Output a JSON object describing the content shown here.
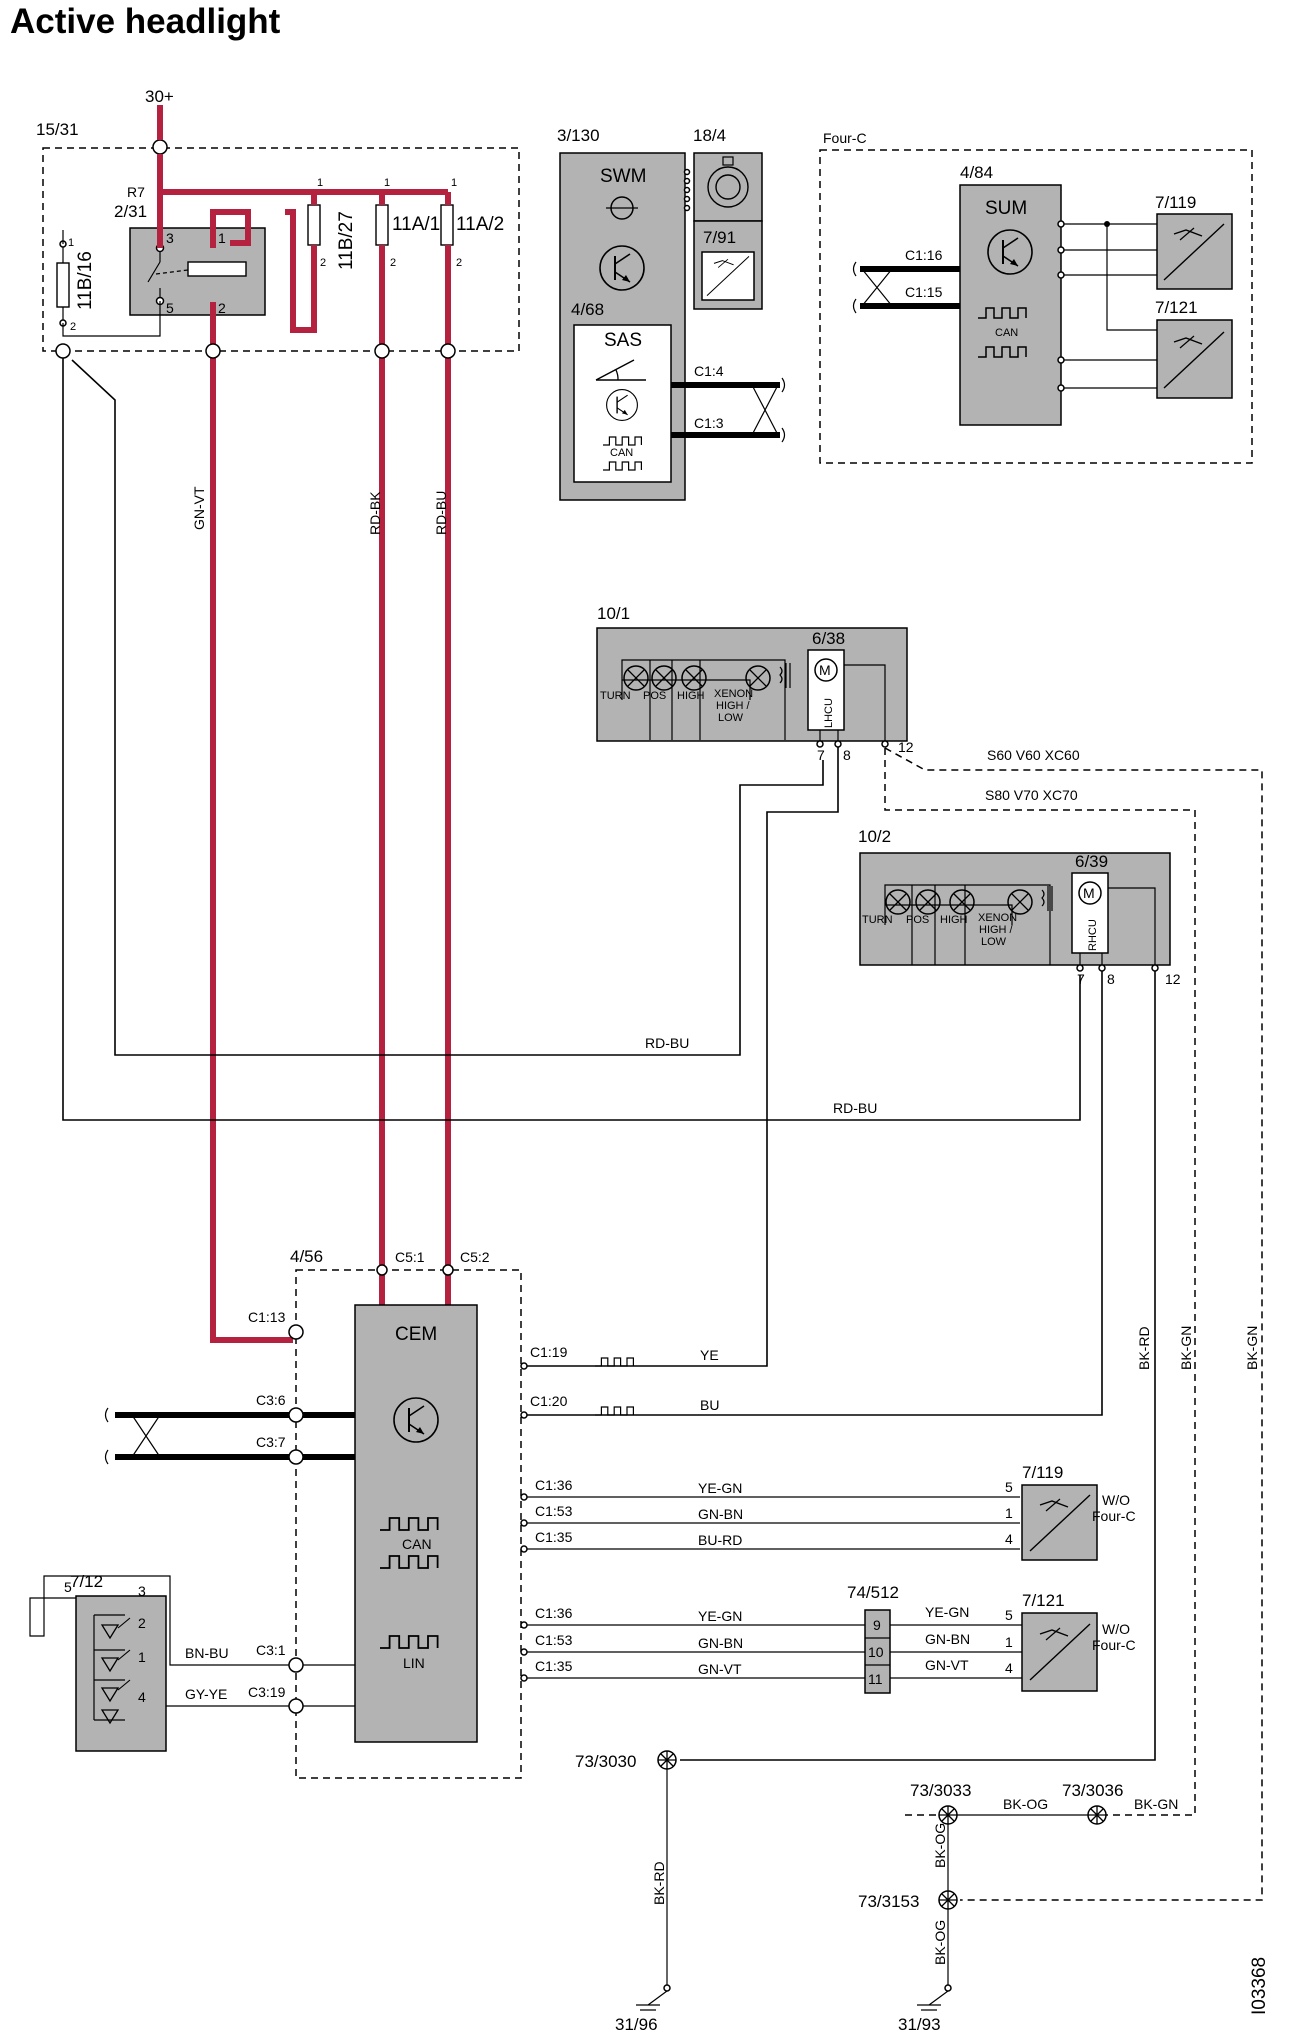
{
  "title": "Active headlight",
  "refcode": "I03368",
  "power": {
    "supply": "30+"
  },
  "fusebox": {
    "id": "15/31",
    "relay": {
      "id": "2/31",
      "name": "R7",
      "pins": [
        "3",
        "1",
        "5",
        "2"
      ]
    },
    "fuses": [
      {
        "id": "11B/16",
        "pins": [
          "1",
          "2"
        ]
      },
      {
        "id": "11B/27",
        "pins": [
          "1",
          "2"
        ]
      },
      {
        "id": "11A/1",
        "pins": [
          "1",
          "2"
        ]
      },
      {
        "id": "11A/2",
        "pins": [
          "1",
          "2"
        ]
      }
    ]
  },
  "steering": {
    "swm": {
      "id": "3/130",
      "name": "SWM"
    },
    "clockspring": {
      "id": "18/4"
    },
    "sensor": {
      "id": "7/91"
    },
    "sas": {
      "id": "4/68",
      "name": "SAS",
      "can": "CAN",
      "pins": [
        "C1:4",
        "C1:3"
      ]
    }
  },
  "fourc": {
    "label": "Four-C",
    "sum": {
      "id": "4/84",
      "name": "SUM",
      "can": "CAN",
      "pins": [
        "C1:16",
        "C1:15"
      ]
    },
    "sensors": [
      "7/119",
      "7/121"
    ]
  },
  "headlamp_left": {
    "id": "10/1",
    "motor_id": "6/38",
    "motor": "M",
    "unit": "LHCU",
    "lamps": [
      "TURN",
      "POS",
      "HIGH",
      "XENON",
      "HIGH /",
      "LOW"
    ],
    "pins": [
      "7",
      "8",
      "12"
    ]
  },
  "headlamp_right": {
    "id": "10/2",
    "motor_id": "6/39",
    "motor": "M",
    "unit": "RHCU",
    "lamps": [
      "TURN",
      "POS",
      "HIGH",
      "XENON",
      "HIGH /",
      "LOW"
    ],
    "pins": [
      "7",
      "8",
      "12"
    ]
  },
  "variants": [
    "S60 V60 XC60",
    "S80 V70 XC70"
  ],
  "wires": {
    "gn_vt": "GN-VT",
    "rd_bk": "RD-BK",
    "rd_bu": "RD-BU",
    "ye": "YE",
    "bu": "BU",
    "ye_gn": "YE-GN",
    "gn_bn": "GN-BN",
    "bu_rd": "BU-RD",
    "bn_bu": "BN-BU",
    "gy_ye": "GY-YE",
    "bk_rd": "BK-RD",
    "bk_gn": "BK-GN",
    "bk_og": "BK-OG"
  },
  "cem": {
    "id": "4/56",
    "name": "CEM",
    "can": "CAN",
    "lin": "LIN",
    "pins": {
      "c5_1": "C5:1",
      "c5_2": "C5:2",
      "c1_13": "C1:13",
      "c1_19": "C1:19",
      "c1_20": "C1:20",
      "c3_6": "C3:6",
      "c3_7": "C3:7",
      "c1_36": "C1:36",
      "c1_53": "C1:53",
      "c1_35": "C1:35",
      "c3_1": "C3:1",
      "c3_19": "C3:19"
    }
  },
  "sensor_a": {
    "id": "7/119",
    "note": "W/O",
    "variant": "Four-C",
    "pins": [
      "5",
      "1",
      "4"
    ]
  },
  "sensor_b": {
    "id": "7/121",
    "note": "W/O",
    "variant": "Four-C",
    "pins": [
      "5",
      "1",
      "4"
    ]
  },
  "connector": {
    "id": "74/512",
    "pins": [
      "9",
      "10",
      "11"
    ]
  },
  "switch_module": {
    "id": "7/12",
    "pins": [
      "5",
      "3",
      "2",
      "1",
      "4"
    ]
  },
  "grounds": {
    "splices": [
      "73/3030",
      "73/3033",
      "73/3036",
      "73/3153"
    ],
    "points": [
      "31/96",
      "31/93"
    ]
  },
  "colors": {
    "power_wire": "#b5223f",
    "module_fill": "#b3b3b3"
  }
}
